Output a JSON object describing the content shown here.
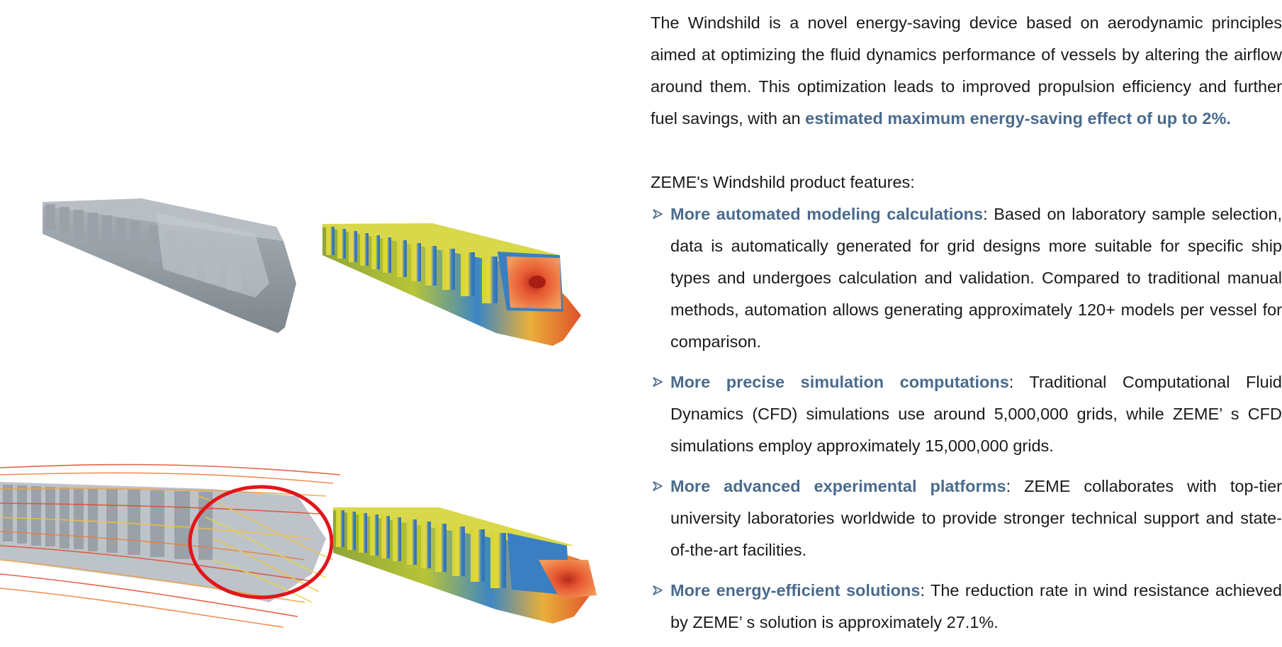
{
  "intro": {
    "text_before": "The Windshild is a novel energy-saving device based on aerodynamic principles aimed at optimizing the fluid dynamics performance of vessels by altering the airflow around them. This optimization leads to improved propulsion efficiency and further fuel savings, with an ",
    "highlight": "estimated maximum energy-saving effect of up to 2%."
  },
  "features_heading": "ZEME's Windshild product features:",
  "features": [
    {
      "title": "More automated modeling calculations",
      "body": ": Based on laboratory sample selection, data is automatically generated for grid designs more suitable for specific ship types and undergoes calculation and validation. Compared to traditional manual methods, automation allows generating approximately 120+ models per vessel for comparison."
    },
    {
      "title": "More precise simulation computations",
      "body": ": Traditional Computational Fluid Dynamics (CFD) simulations use around 5,000,000 grids, while ZEME’ s CFD simulations employ approximately 15,000,000 grids."
    },
    {
      "title": "More advanced experimental platforms",
      "body": ": ZEME collaborates with top-tier university laboratories worldwide to provide stronger technical support and state-of-the-art facilities."
    },
    {
      "title": "More energy-efficient solutions",
      "body": ": The reduction rate in wind resistance achieved by ZEME’ s solution is approximately 27.1%."
    }
  ],
  "colors": {
    "accent": "#4a6b8d",
    "text": "#1a1a1a",
    "highlight_ring": "#e0161b"
  },
  "icons": {
    "bullet": "arrow-bullet-icon"
  }
}
